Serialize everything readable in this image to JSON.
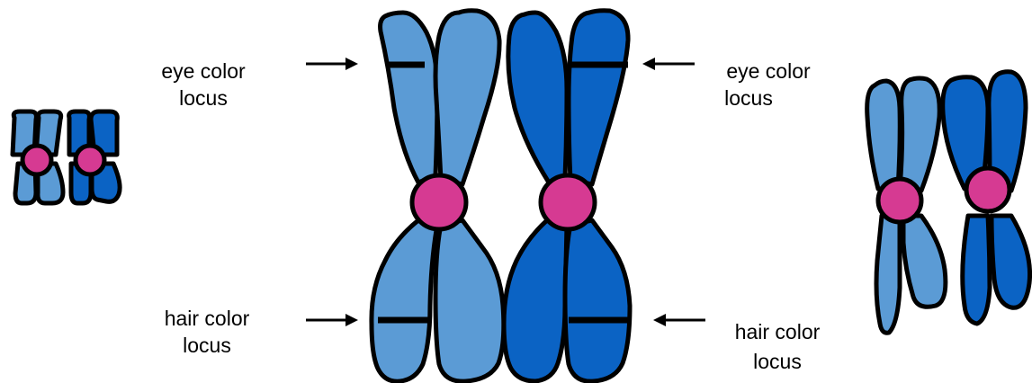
{
  "colors": {
    "light_blue": "#5b9bd5",
    "dark_blue": "#0b63c4",
    "centromere": "#d63a92",
    "outline": "#000000",
    "background": "#ffffff"
  },
  "labels": {
    "left_eye": [
      "eye color",
      "locus"
    ],
    "right_eye": [
      "eye color",
      "locus"
    ],
    "left_hair": [
      "hair color",
      "locus"
    ],
    "right_hair": [
      "hair color",
      "locus"
    ]
  },
  "icons": {
    "arrow": "arrow-icon",
    "centromere": "centromere-circle",
    "chromosome": "chromatid-shape"
  }
}
